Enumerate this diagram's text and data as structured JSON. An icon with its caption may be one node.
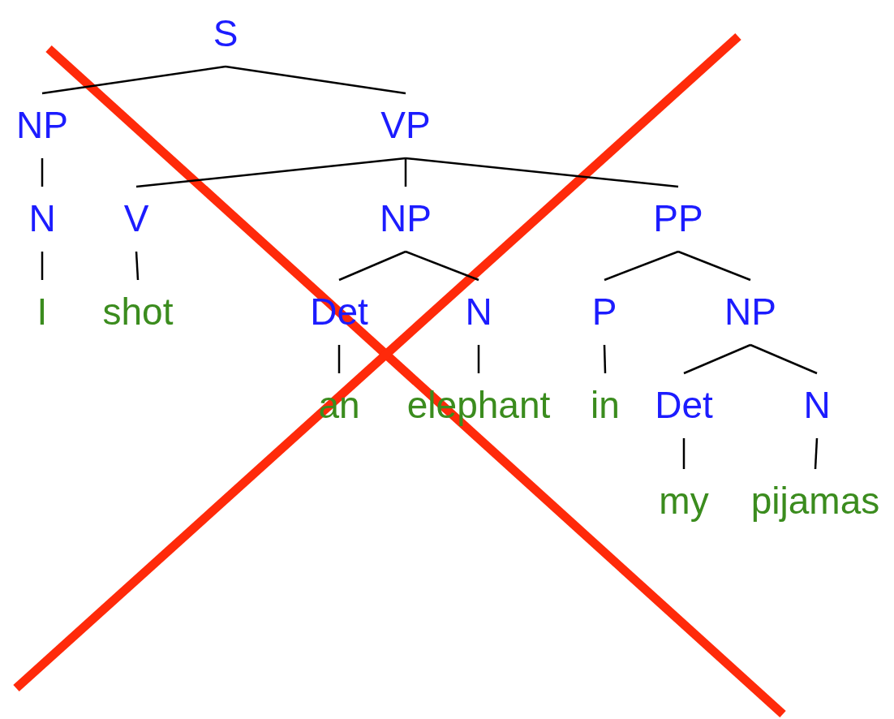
{
  "diagram": {
    "nodes": [
      {
        "text": [
          "S"
        ]
      },
      {
        "text": [
          "NP"
        ]
      },
      {
        "text": [
          "VP"
        ]
      },
      {
        "text": [
          "N"
        ]
      },
      {
        "text": [
          "V"
        ]
      },
      {
        "text": [
          "NP"
        ]
      },
      {
        "text": [
          "PP"
        ]
      },
      {
        "text": [
          "I"
        ]
      },
      {
        "text": [
          "shot"
        ]
      },
      {
        "text": [
          "Det"
        ]
      },
      {
        "text": [
          "N"
        ]
      },
      {
        "text": [
          "P"
        ]
      },
      {
        "text": [
          "NP"
        ]
      },
      {
        "text": [
          "an"
        ]
      },
      {
        "text": [
          "elephant"
        ]
      },
      {
        "text": [
          "in"
        ]
      },
      {
        "text": [
          "Det"
        ]
      },
      {
        "text": [
          "N"
        ]
      },
      {
        "text": [
          "my"
        ]
      },
      {
        "text": [
          "pijamas"
        ]
      }
    ],
    "edges": [
      {
        "from": 0,
        "to": 1,
        "arrow": "none"
      },
      {
        "from": 0,
        "to": 2,
        "arrow": "none"
      },
      {
        "from": 1,
        "to": 3,
        "arrow": "none"
      },
      {
        "from": 2,
        "to": 4,
        "arrow": "none"
      },
      {
        "from": 2,
        "to": 5,
        "arrow": "none"
      },
      {
        "from": 2,
        "to": 6,
        "arrow": "none"
      },
      {
        "from": 3,
        "to": 7,
        "arrow": "none"
      },
      {
        "from": 4,
        "to": 8,
        "arrow": "none"
      },
      {
        "from": 5,
        "to": 9,
        "arrow": "none"
      },
      {
        "from": 5,
        "to": 10,
        "arrow": "none"
      },
      {
        "from": 6,
        "to": 11,
        "arrow": "none"
      },
      {
        "from": 6,
        "to": 12,
        "arrow": "none"
      },
      {
        "from": 9,
        "to": 13,
        "arrow": "none"
      },
      {
        "from": 10,
        "to": 14,
        "arrow": "none"
      },
      {
        "from": 11,
        "to": 15,
        "arrow": "none"
      },
      {
        "from": 12,
        "to": 16,
        "arrow": "none"
      },
      {
        "from": 12,
        "to": 17,
        "arrow": "none"
      },
      {
        "from": 16,
        "to": 18,
        "arrow": "none"
      },
      {
        "from": 17,
        "to": 19,
        "arrow": "none"
      }
    ]
  }
}
